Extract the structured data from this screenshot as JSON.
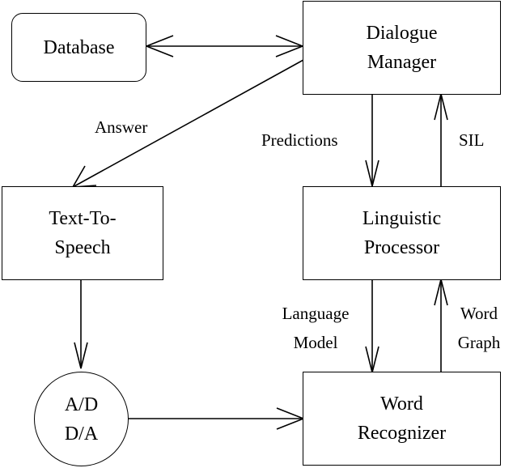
{
  "nodes": {
    "database": {
      "label": "Database"
    },
    "dialogue_manager": {
      "line1": "Dialogue",
      "line2": "Manager"
    },
    "text_to_speech": {
      "line1": "Text-To-",
      "line2": "Speech"
    },
    "linguistic_processor": {
      "line1": "Linguistic",
      "line2": "Processor"
    },
    "ad_da": {
      "line1": "A/D",
      "line2": "D/A"
    },
    "word_recognizer": {
      "line1": "Word",
      "line2": "Recognizer"
    }
  },
  "edges": {
    "answer": "Answer",
    "predictions": "Predictions",
    "sil": "SIL",
    "language_model": {
      "line1": "Language",
      "line2": "Model"
    },
    "word_graph": {
      "line1": "Word",
      "line2": "Graph"
    }
  }
}
